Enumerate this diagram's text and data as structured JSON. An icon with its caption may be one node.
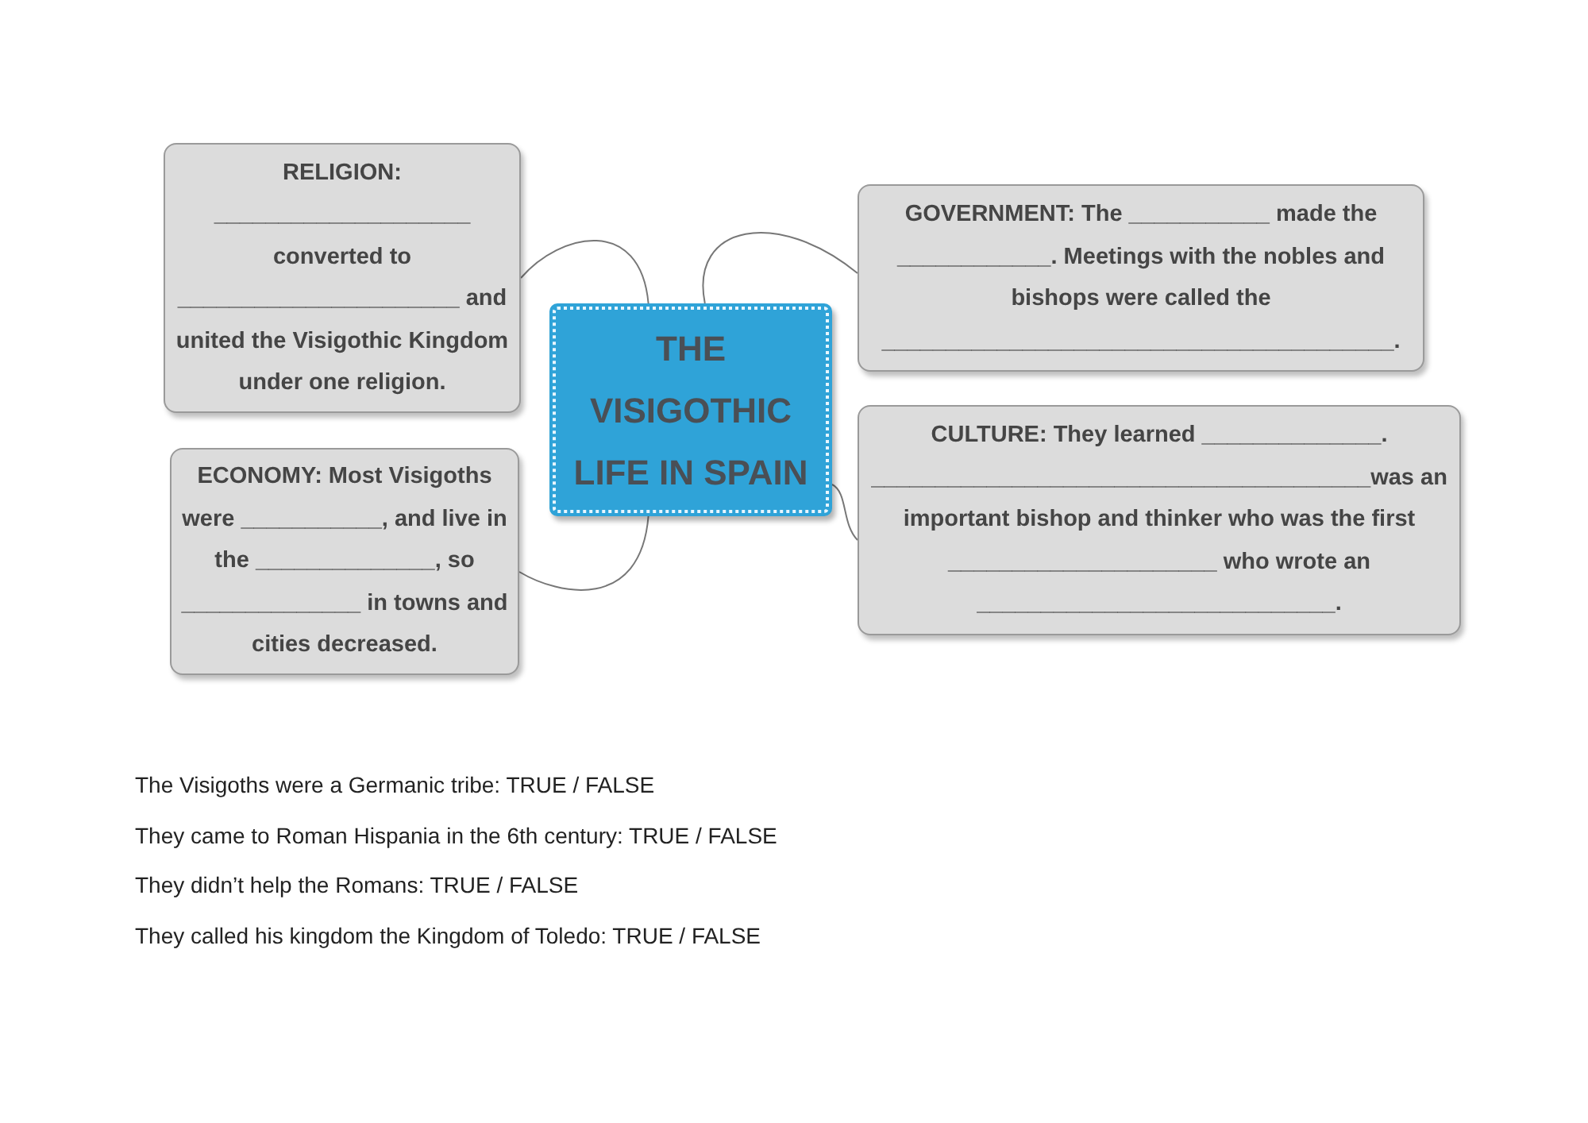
{
  "diagram": {
    "nodes": [
      {
        "text": [
          "RELIGION: ____________________ converted to ______________________ and united the Visigothic Kingdom under one religion."
        ]
      },
      {
        "text": [
          "THE VISIGOTHIC LIFE IN SPAIN"
        ]
      },
      {
        "text": [
          "GOVERNMENT: The ___________ made the ____________. Meetings with the nobles and bishops were called the ________________________________________."
        ]
      },
      {
        "text": [
          "ECONOMY: Most Visigoths were ___________, and live in the ______________,  so ______________ in towns and cities decreased."
        ]
      },
      {
        "text": [
          "CULTURE: They learned ______________. _______________________________________was an important bishop and thinker who was the first _____________________ who wrote an ____________________________."
        ]
      }
    ],
    "edges": [
      {
        "from": 1,
        "to": 0,
        "arrow": "none"
      },
      {
        "from": 1,
        "to": 2,
        "arrow": "none"
      },
      {
        "from": 1,
        "to": 3,
        "arrow": "none"
      },
      {
        "from": 1,
        "to": 4,
        "arrow": "none"
      }
    ],
    "labels": [
      "The Visigoths were a Germanic tribe: TRUE / FALSE",
      "They came to Roman Hispania in the 6th century: TRUE / FALSE",
      "They didn’t help the Romans: TRUE / FALSE",
      "They called his kingdom the Kingdom of Toledo: TRUE / FALSE"
    ]
  }
}
